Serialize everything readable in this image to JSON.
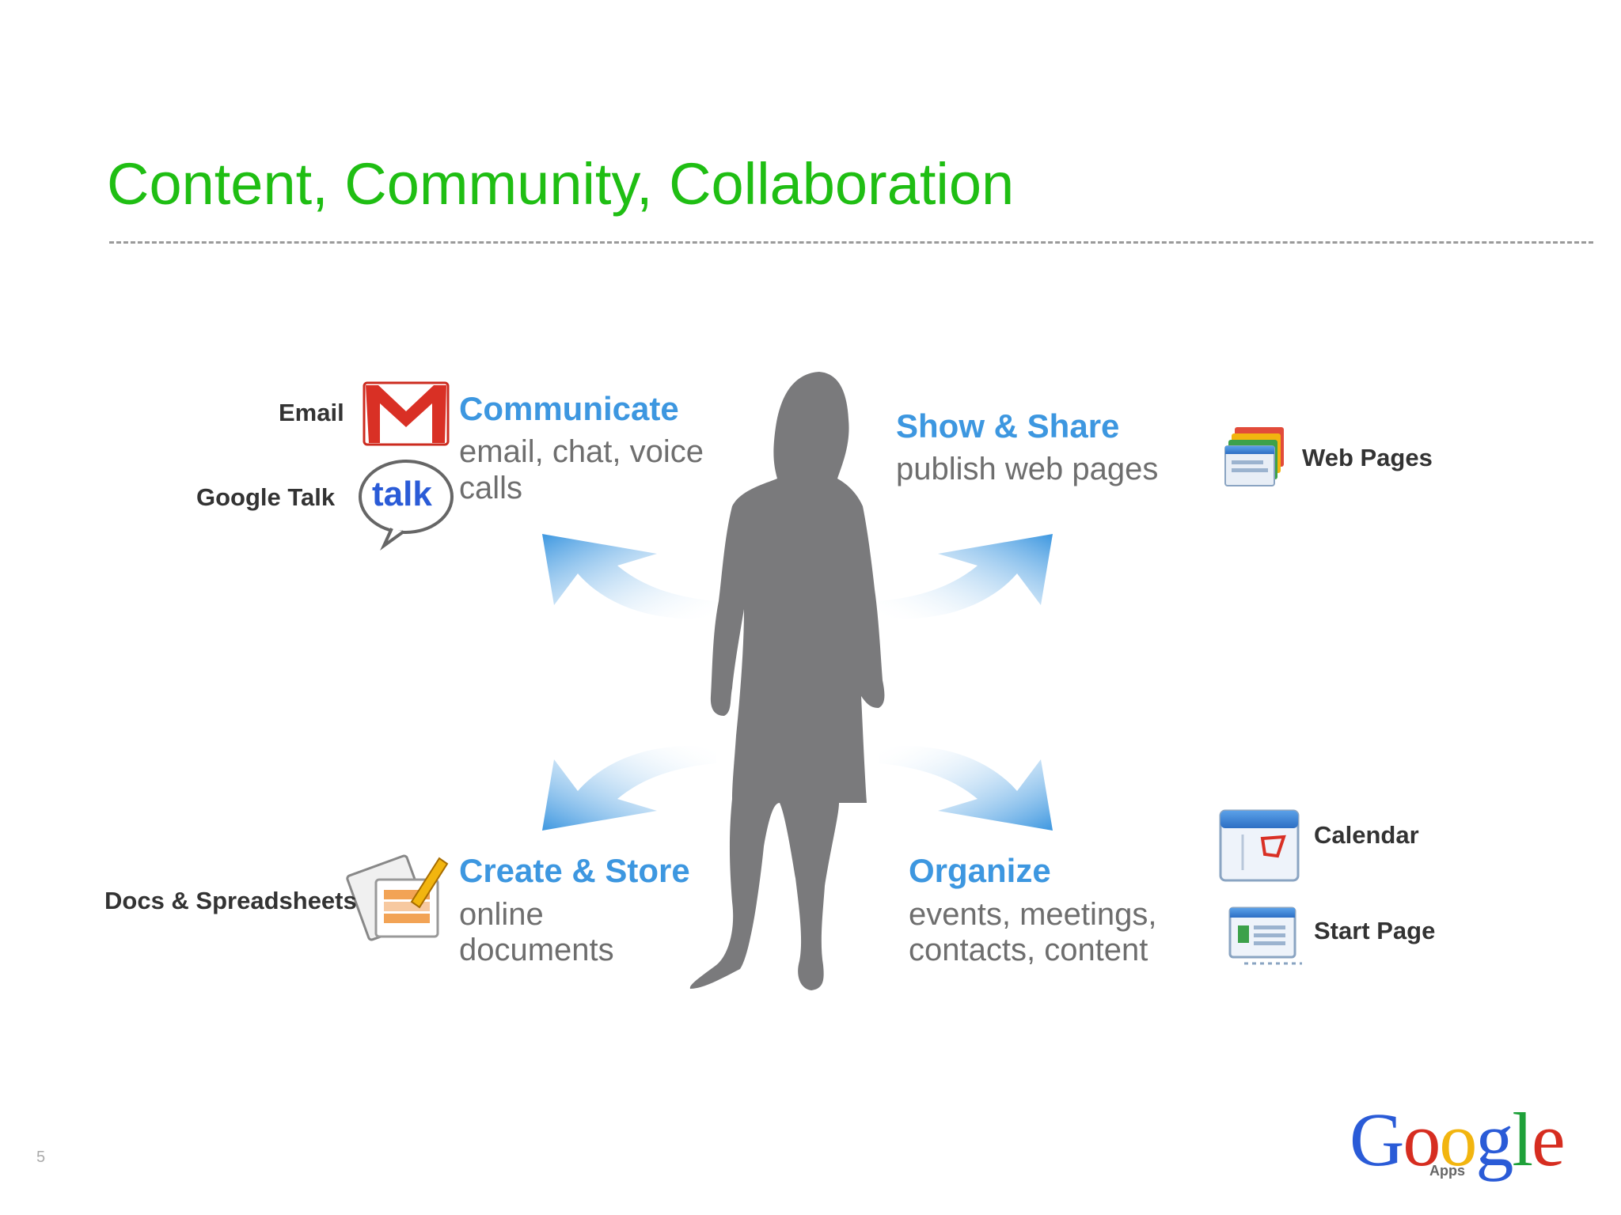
{
  "title": "Content, Community, Collaboration",
  "page_number": "5",
  "sections": {
    "communicate": {
      "heading": "Communicate",
      "line1": "email, chat, voice",
      "line2": "calls"
    },
    "show_share": {
      "heading": "Show & Share",
      "line1": "publish web pages"
    },
    "create_store": {
      "heading": "Create & Store",
      "line1": "online",
      "line2": "documents"
    },
    "organize": {
      "heading": "Organize",
      "line1": "events, meetings,",
      "line2": "contacts, content"
    }
  },
  "apps": {
    "email": "Email",
    "google_talk": "Google Talk",
    "talk_icon_text": "talk",
    "docs": "Docs & Spreadsheets",
    "web_pages": "Web Pages",
    "calendar": "Calendar",
    "start_page": "Start Page"
  },
  "logo": {
    "letters": [
      "G",
      "o",
      "o",
      "g",
      "l",
      "e"
    ],
    "colors": [
      "#2a5bd7",
      "#d62d20",
      "#f2b50f",
      "#2a5bd7",
      "#1fa13a",
      "#d62d20"
    ],
    "sub": "Apps"
  },
  "colors": {
    "title": "#1fbe13",
    "heading": "#3d97e0",
    "arrow": "#3d97e0",
    "silhouette": "#7a7a7c"
  }
}
